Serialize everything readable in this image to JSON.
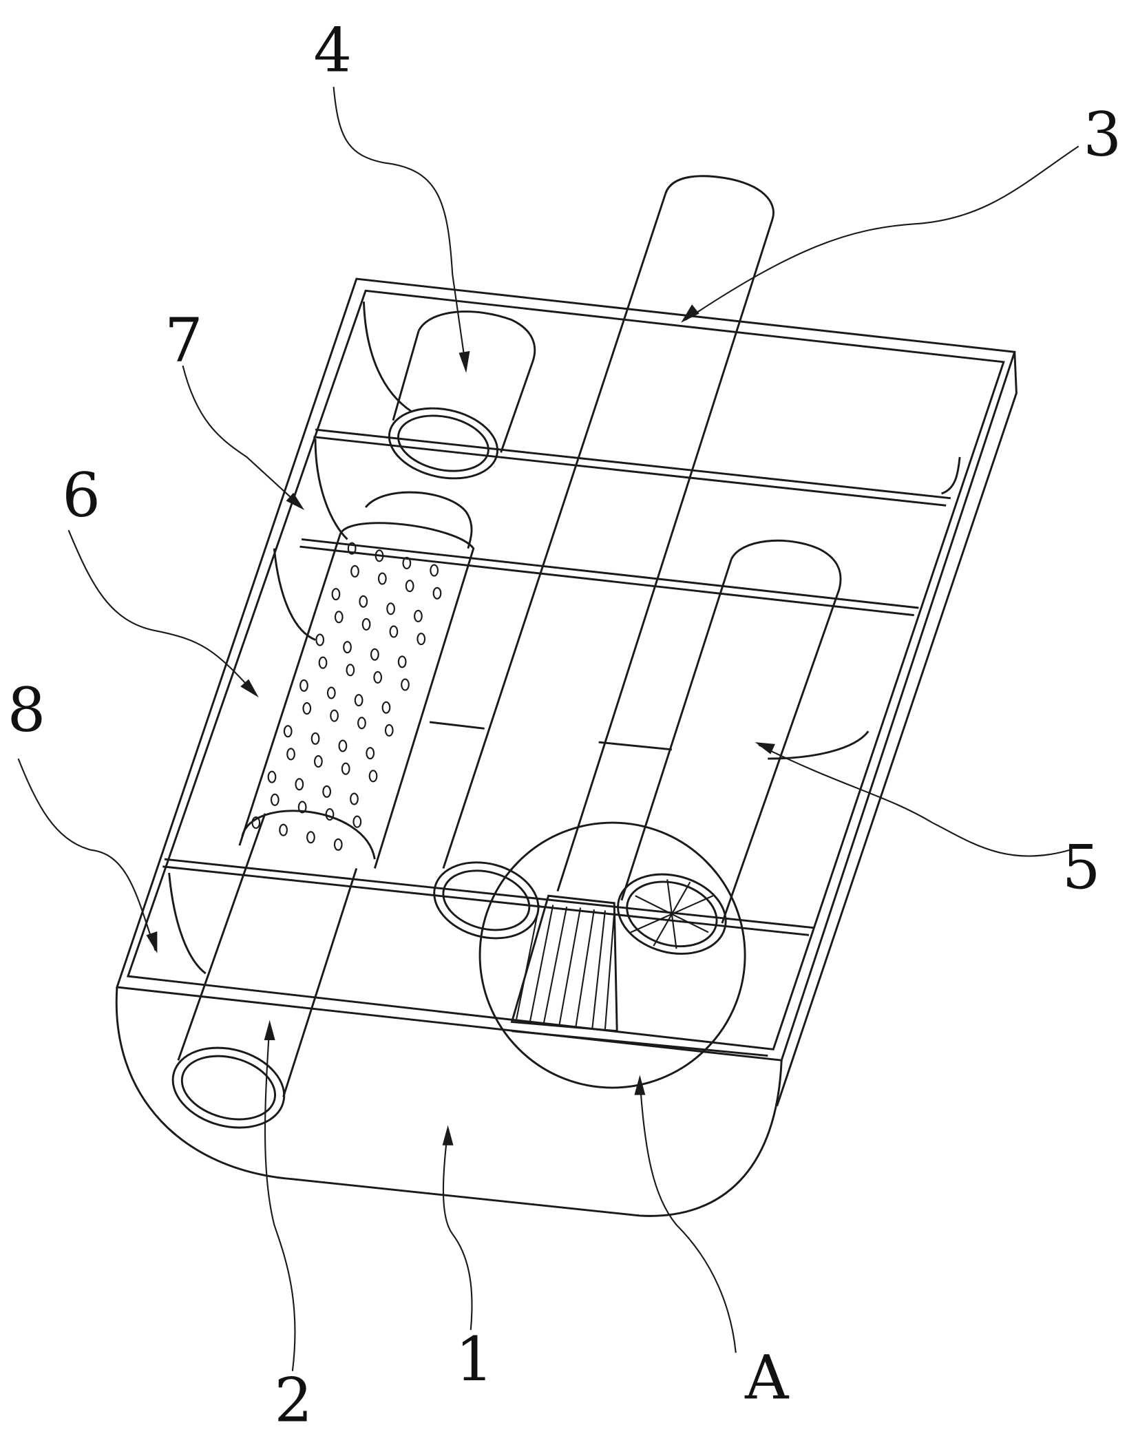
{
  "title": "Patent drawing: tray assembly with pipes, perforated filter and detail A",
  "labels": {
    "l1": "1",
    "l2": "2",
    "l3": "3",
    "l4": "4",
    "l5": "5",
    "l6": "6",
    "l7": "7",
    "l8": "8",
    "lA": "A"
  },
  "colors": {
    "line": "#1a1a1a",
    "background": "#ffffff"
  }
}
